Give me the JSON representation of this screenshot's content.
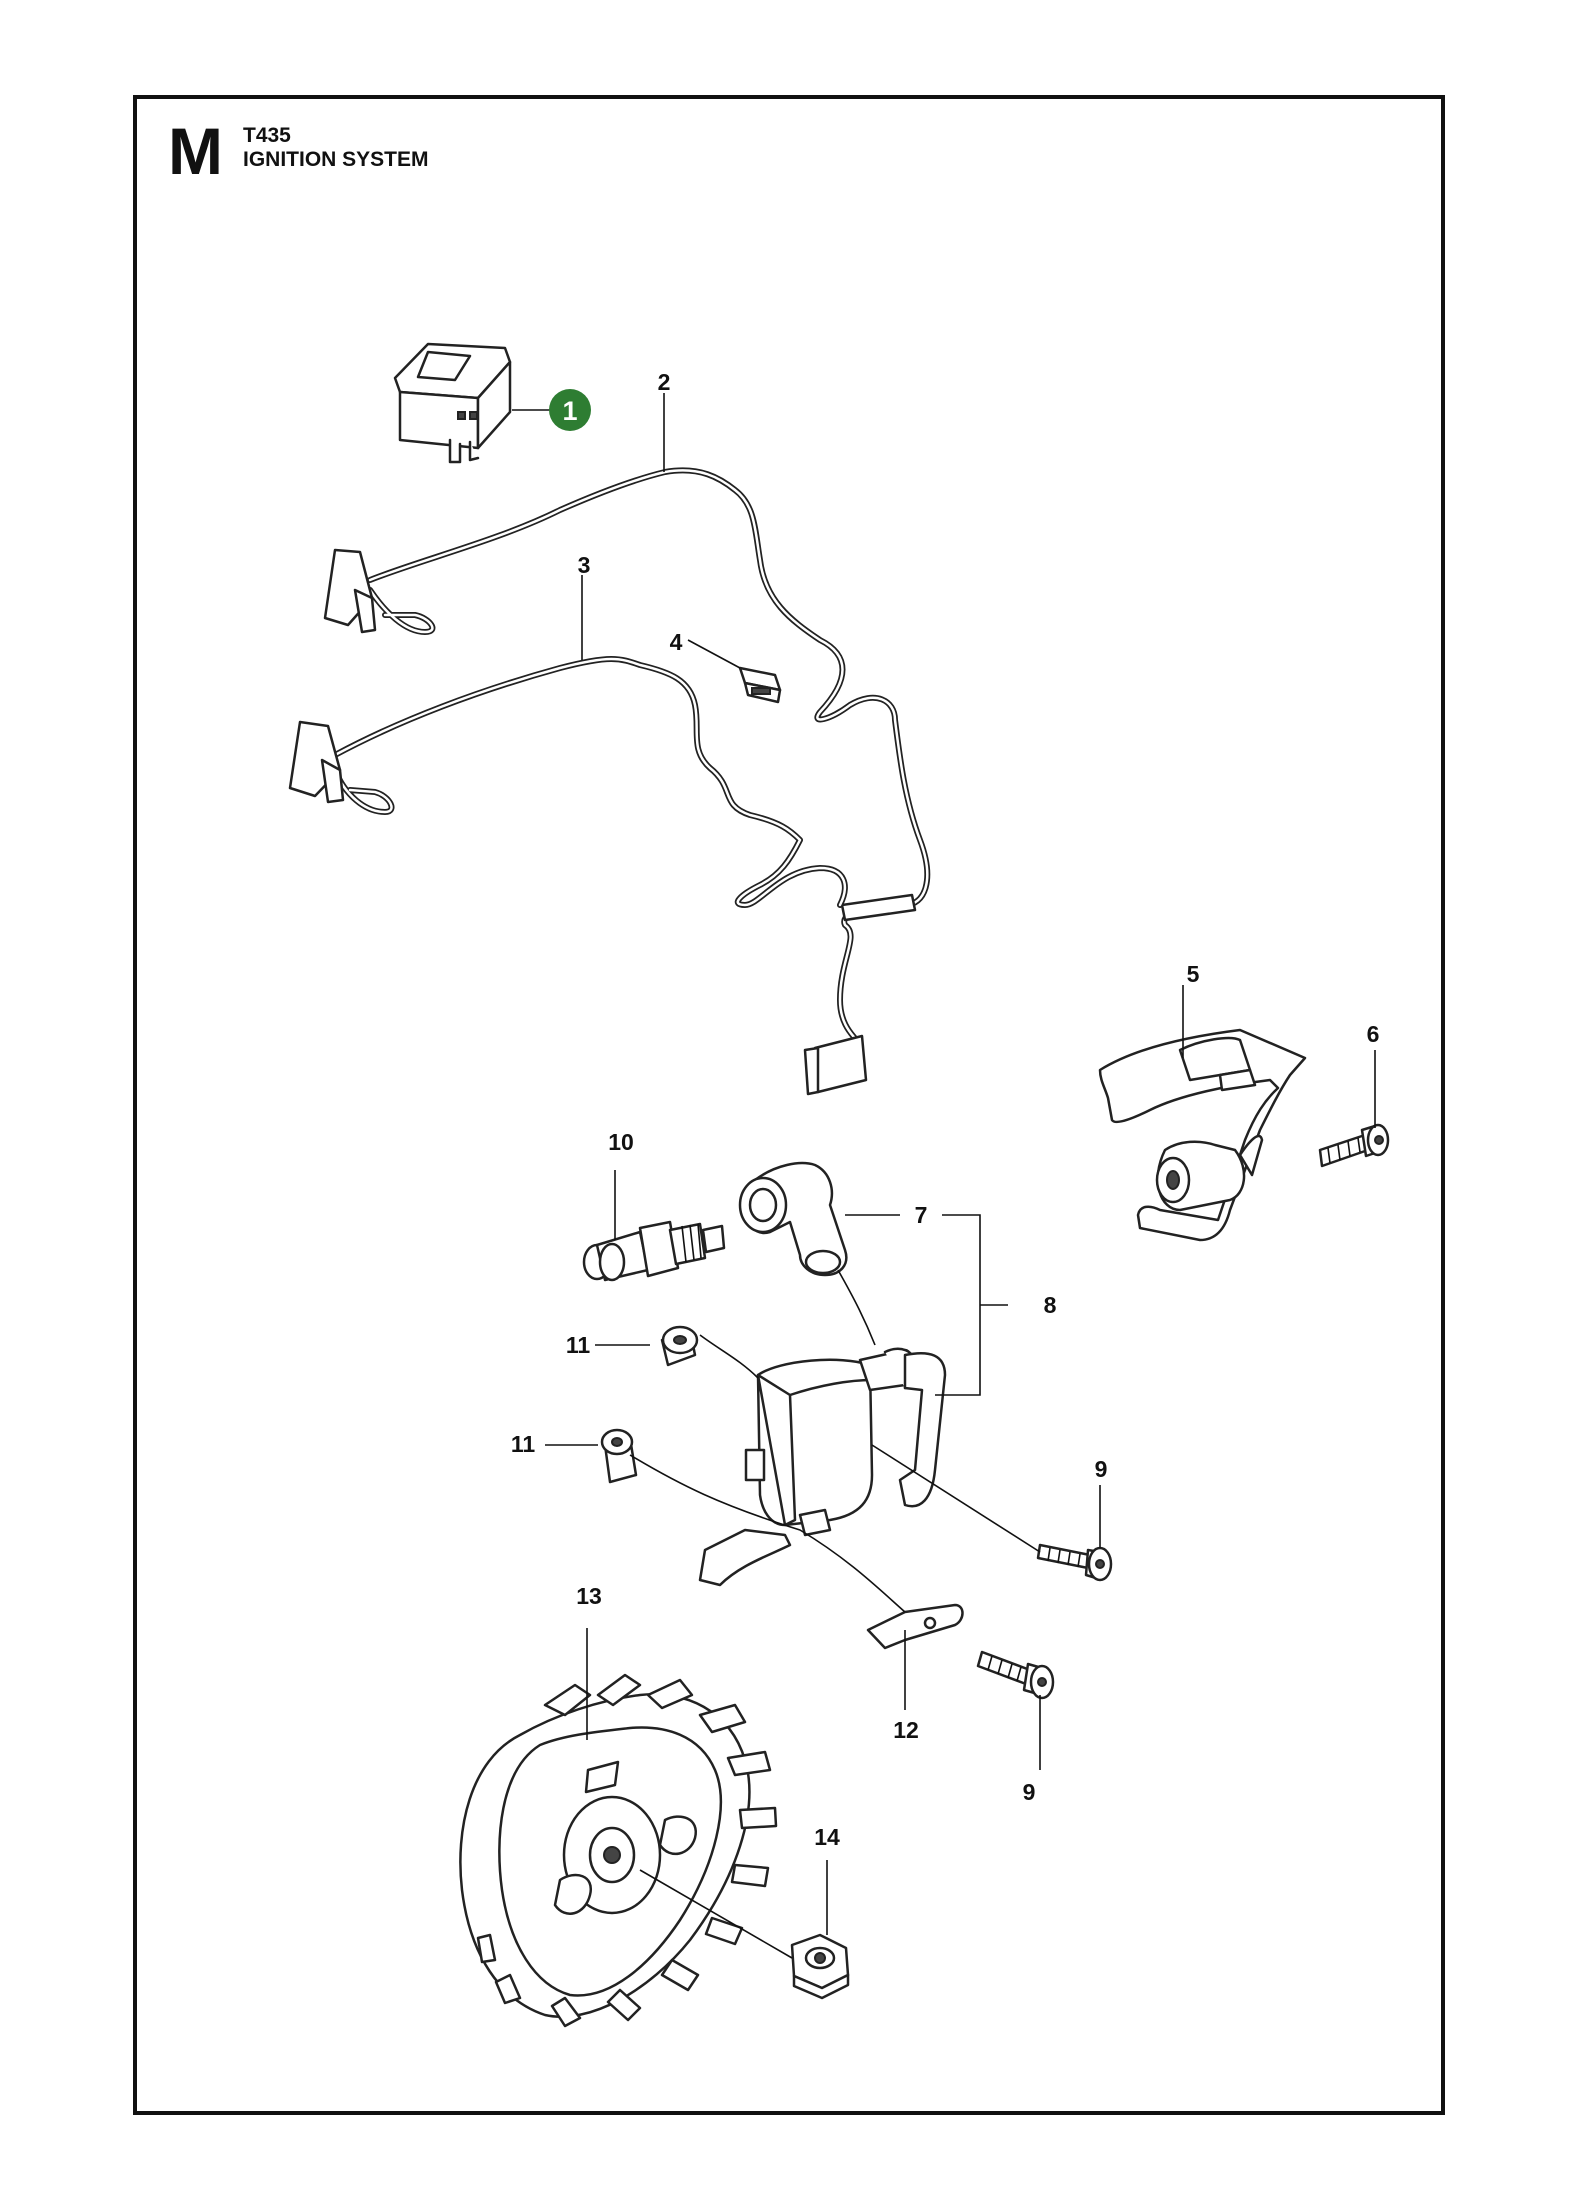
{
  "header": {
    "section_letter": "M",
    "model": "T435",
    "title": "IGNITION SYSTEM"
  },
  "colors": {
    "frame": "#111111",
    "highlight_badge": "#2e7d32",
    "line": "#222222"
  },
  "callouts": {
    "c1": "1",
    "c2": "2",
    "c3": "3",
    "c4": "4",
    "c5": "5",
    "c6": "6",
    "c7": "7",
    "c8": "8",
    "c9a": "9",
    "c9b": "9",
    "c10": "10",
    "c11a": "11",
    "c11b": "11",
    "c12": "12",
    "c13": "13",
    "c14": "14"
  }
}
